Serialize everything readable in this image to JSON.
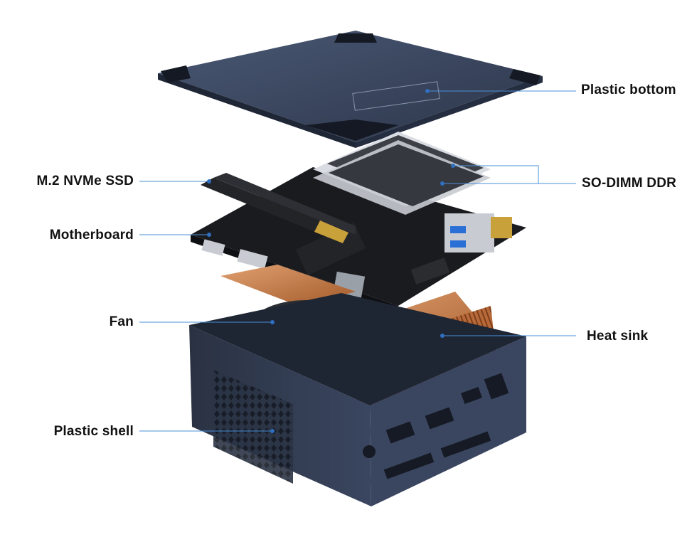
{
  "image": {
    "description_free": true,
    "colors": {
      "background": "#ffffff",
      "callout_line": "#4a90d9",
      "callout_dot": "#2f6fc0",
      "case_body": "#2b3445",
      "case_top": "#33405a",
      "pcb": "#1a1b1f",
      "copper": "#c97b4a",
      "ram_module": "#d9dde3",
      "ram_label": "#3d4046"
    }
  },
  "labels": {
    "plastic_bottom": "Plastic bottom",
    "so_dimm_ddr": "SO-DIMM DDR",
    "m2_nvme_ssd": "M.2 NVMe SSD",
    "motherboard": "Motherboard",
    "fan": "Fan",
    "heat_sink": "Heat sink",
    "plastic_shell": "Plastic shell"
  }
}
